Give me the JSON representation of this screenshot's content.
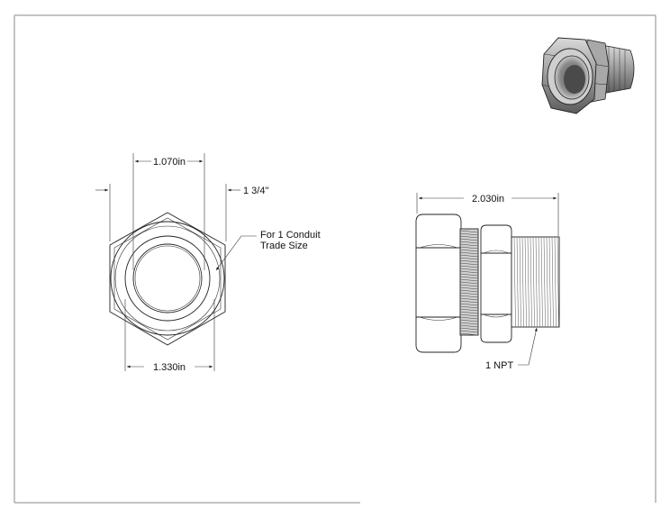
{
  "drawing": {
    "front_view": {
      "dim_top": "1.070in",
      "dim_right": "1 3/4\"",
      "dim_bottom": "1.330in",
      "note_line1": "For 1 Conduit",
      "note_line2": "Trade Size"
    },
    "side_view": {
      "dim_top": "2.030in",
      "thread_label": "1 NPT"
    },
    "preview_icon": "fitting-3d-preview",
    "colors": {
      "line": "#222222",
      "frame": "#8a8a8a",
      "shade": "#bdbdbd"
    }
  }
}
